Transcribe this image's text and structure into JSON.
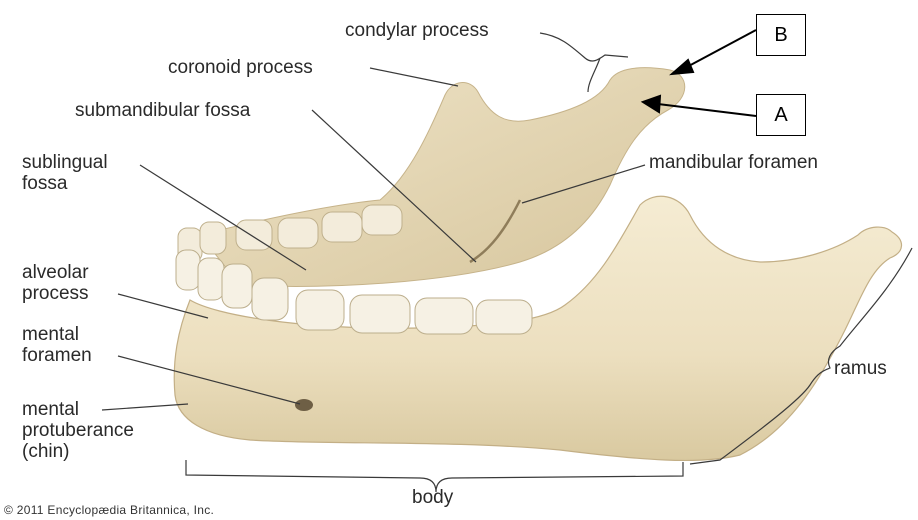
{
  "labels": {
    "condylar_process": "condylar process",
    "coronoid_process": "coronoid process",
    "submandibular_fossa": "submandibular fossa",
    "sublingual_1": "sublingual",
    "sublingual_2": "fossa",
    "mandibular_foramen": "mandibular foramen",
    "alveolar_1": "alveolar",
    "alveolar_2": "process",
    "mental_foramen_1": "mental",
    "mental_foramen_2": "foramen",
    "mental_prot_1": "mental",
    "mental_prot_2": "protuberance",
    "mental_prot_3": "(chin)",
    "ramus": "ramus",
    "body": "body"
  },
  "boxes": {
    "b": "B",
    "a": "A"
  },
  "copyright": "© 2011 Encyclopædia Britannica, Inc.",
  "colors": {
    "bone": "#efe3c6",
    "bone_shadow": "#d8c8a2",
    "teeth": "#f4efe3",
    "line": "#3a3a3a"
  }
}
